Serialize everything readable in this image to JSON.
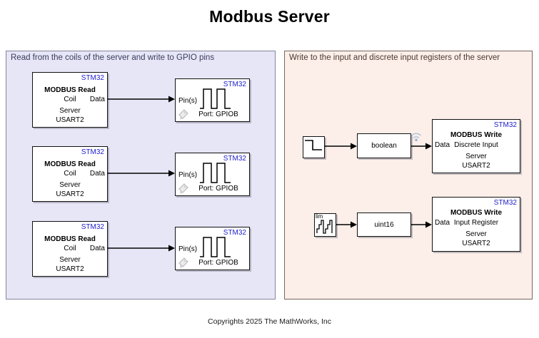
{
  "title": "Modbus Server",
  "footer": "Copyrights 2025 The MathWorks, Inc",
  "left_area": {
    "label": "Read from the coils of the server and write to GPIO pins",
    "read_block": {
      "badge": "STM32",
      "title": "MODBUS Read",
      "param": "Coil",
      "out_port": "Data",
      "server": "Server",
      "port_name": "USART2"
    },
    "gpio_block": {
      "badge": "STM32",
      "in_port": "Pin(s)",
      "caption": "Port: GPIOB"
    }
  },
  "right_area": {
    "label": "Write to the input and discrete input registers of the server",
    "row1": {
      "conversion": "boolean",
      "write_block": {
        "badge": "STM32",
        "title": "MODBUS Write",
        "register": "Discrete Input",
        "in_port": "Data",
        "server": "Server",
        "port_name": "USART2"
      }
    },
    "row2": {
      "source_label": "lim",
      "conversion": "uint16",
      "write_block": {
        "badge": "STM32",
        "title": "MODBUS Write",
        "register": "Input Register",
        "in_port": "Data",
        "server": "Server",
        "port_name": "USART2"
      }
    }
  },
  "colors": {
    "stm32_badge": "#2222cc",
    "left_area_bg": "#e6e6f7",
    "left_area_text": "#3b3b5e",
    "right_area_bg": "#fceee8",
    "right_area_text": "#4a3a33",
    "wire_color": "#000000",
    "block_bg": "#ffffff"
  }
}
